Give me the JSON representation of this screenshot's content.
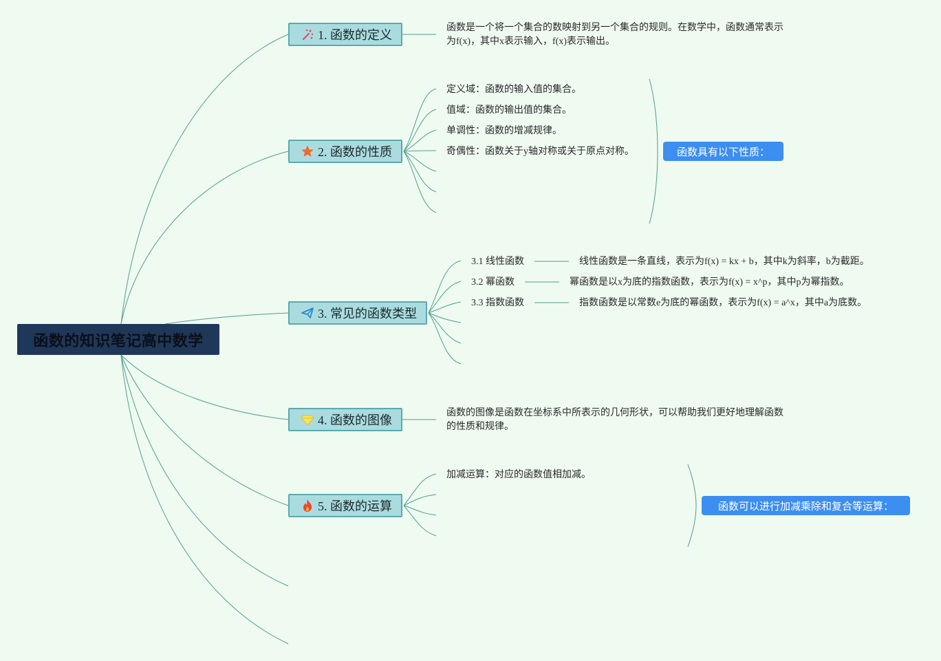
{
  "root": {
    "title": "函数的知识笔记高中数学"
  },
  "topics": [
    {
      "label": "1. 函数的定义",
      "icon": "sparkle-wand-icon"
    },
    {
      "label": "2. 函数的性质",
      "icon": "star-icon"
    },
    {
      "label": "3. 常见的函数类型",
      "icon": "paper-plane-icon"
    },
    {
      "label": "4. 函数的图像",
      "icon": "diamond-icon"
    },
    {
      "label": "5. 函数的运算",
      "icon": "fire-icon"
    }
  ],
  "definition": {
    "line1": "函数是一个将一个集合的数映射到另一个集合的规则。在数学中，函数通常表示",
    "line2": "为f(x)，其中x表示输入，f(x)表示输出。"
  },
  "properties": {
    "items": [
      "定义域：函数的输入值的集合。",
      "值域：函数的输出值的集合。",
      "单调性：函数的增减规律。",
      "奇偶性：函数关于y轴对称或关于原点对称。"
    ],
    "summary": "函数具有以下性质："
  },
  "types": {
    "items": [
      {
        "name": "3.1 线性函数",
        "desc": "线性函数是一条直线，表示为f(x) = kx + b，其中k为斜率，b为截距。"
      },
      {
        "name": "3.2 幂函数",
        "desc": "幂函数是以x为底的指数函数，表示为f(x) = x^p，其中p为幂指数。"
      },
      {
        "name": "3.3 指数函数",
        "desc": "指数函数是以常数e为底的幂函数，表示为f(x) = a^x，其中a为底数。"
      }
    ]
  },
  "graph": {
    "line1": "函数的图像是函数在坐标系中所表示的几何形状，可以帮助我们更好地理解函数",
    "line2": "的性质和规律。"
  },
  "operations": {
    "items": [
      "加减运算：对应的函数值相加减。"
    ],
    "summary": "函数可以进行加减乘除和复合等运算："
  },
  "colors": {
    "background": "#effaf1",
    "root_fill": "#1f3758",
    "topic_fill": "#aadcdf",
    "topic_border": "#5aa9ad",
    "connector": "#4f9f8e",
    "summary_fill": "#3c8ef0"
  }
}
